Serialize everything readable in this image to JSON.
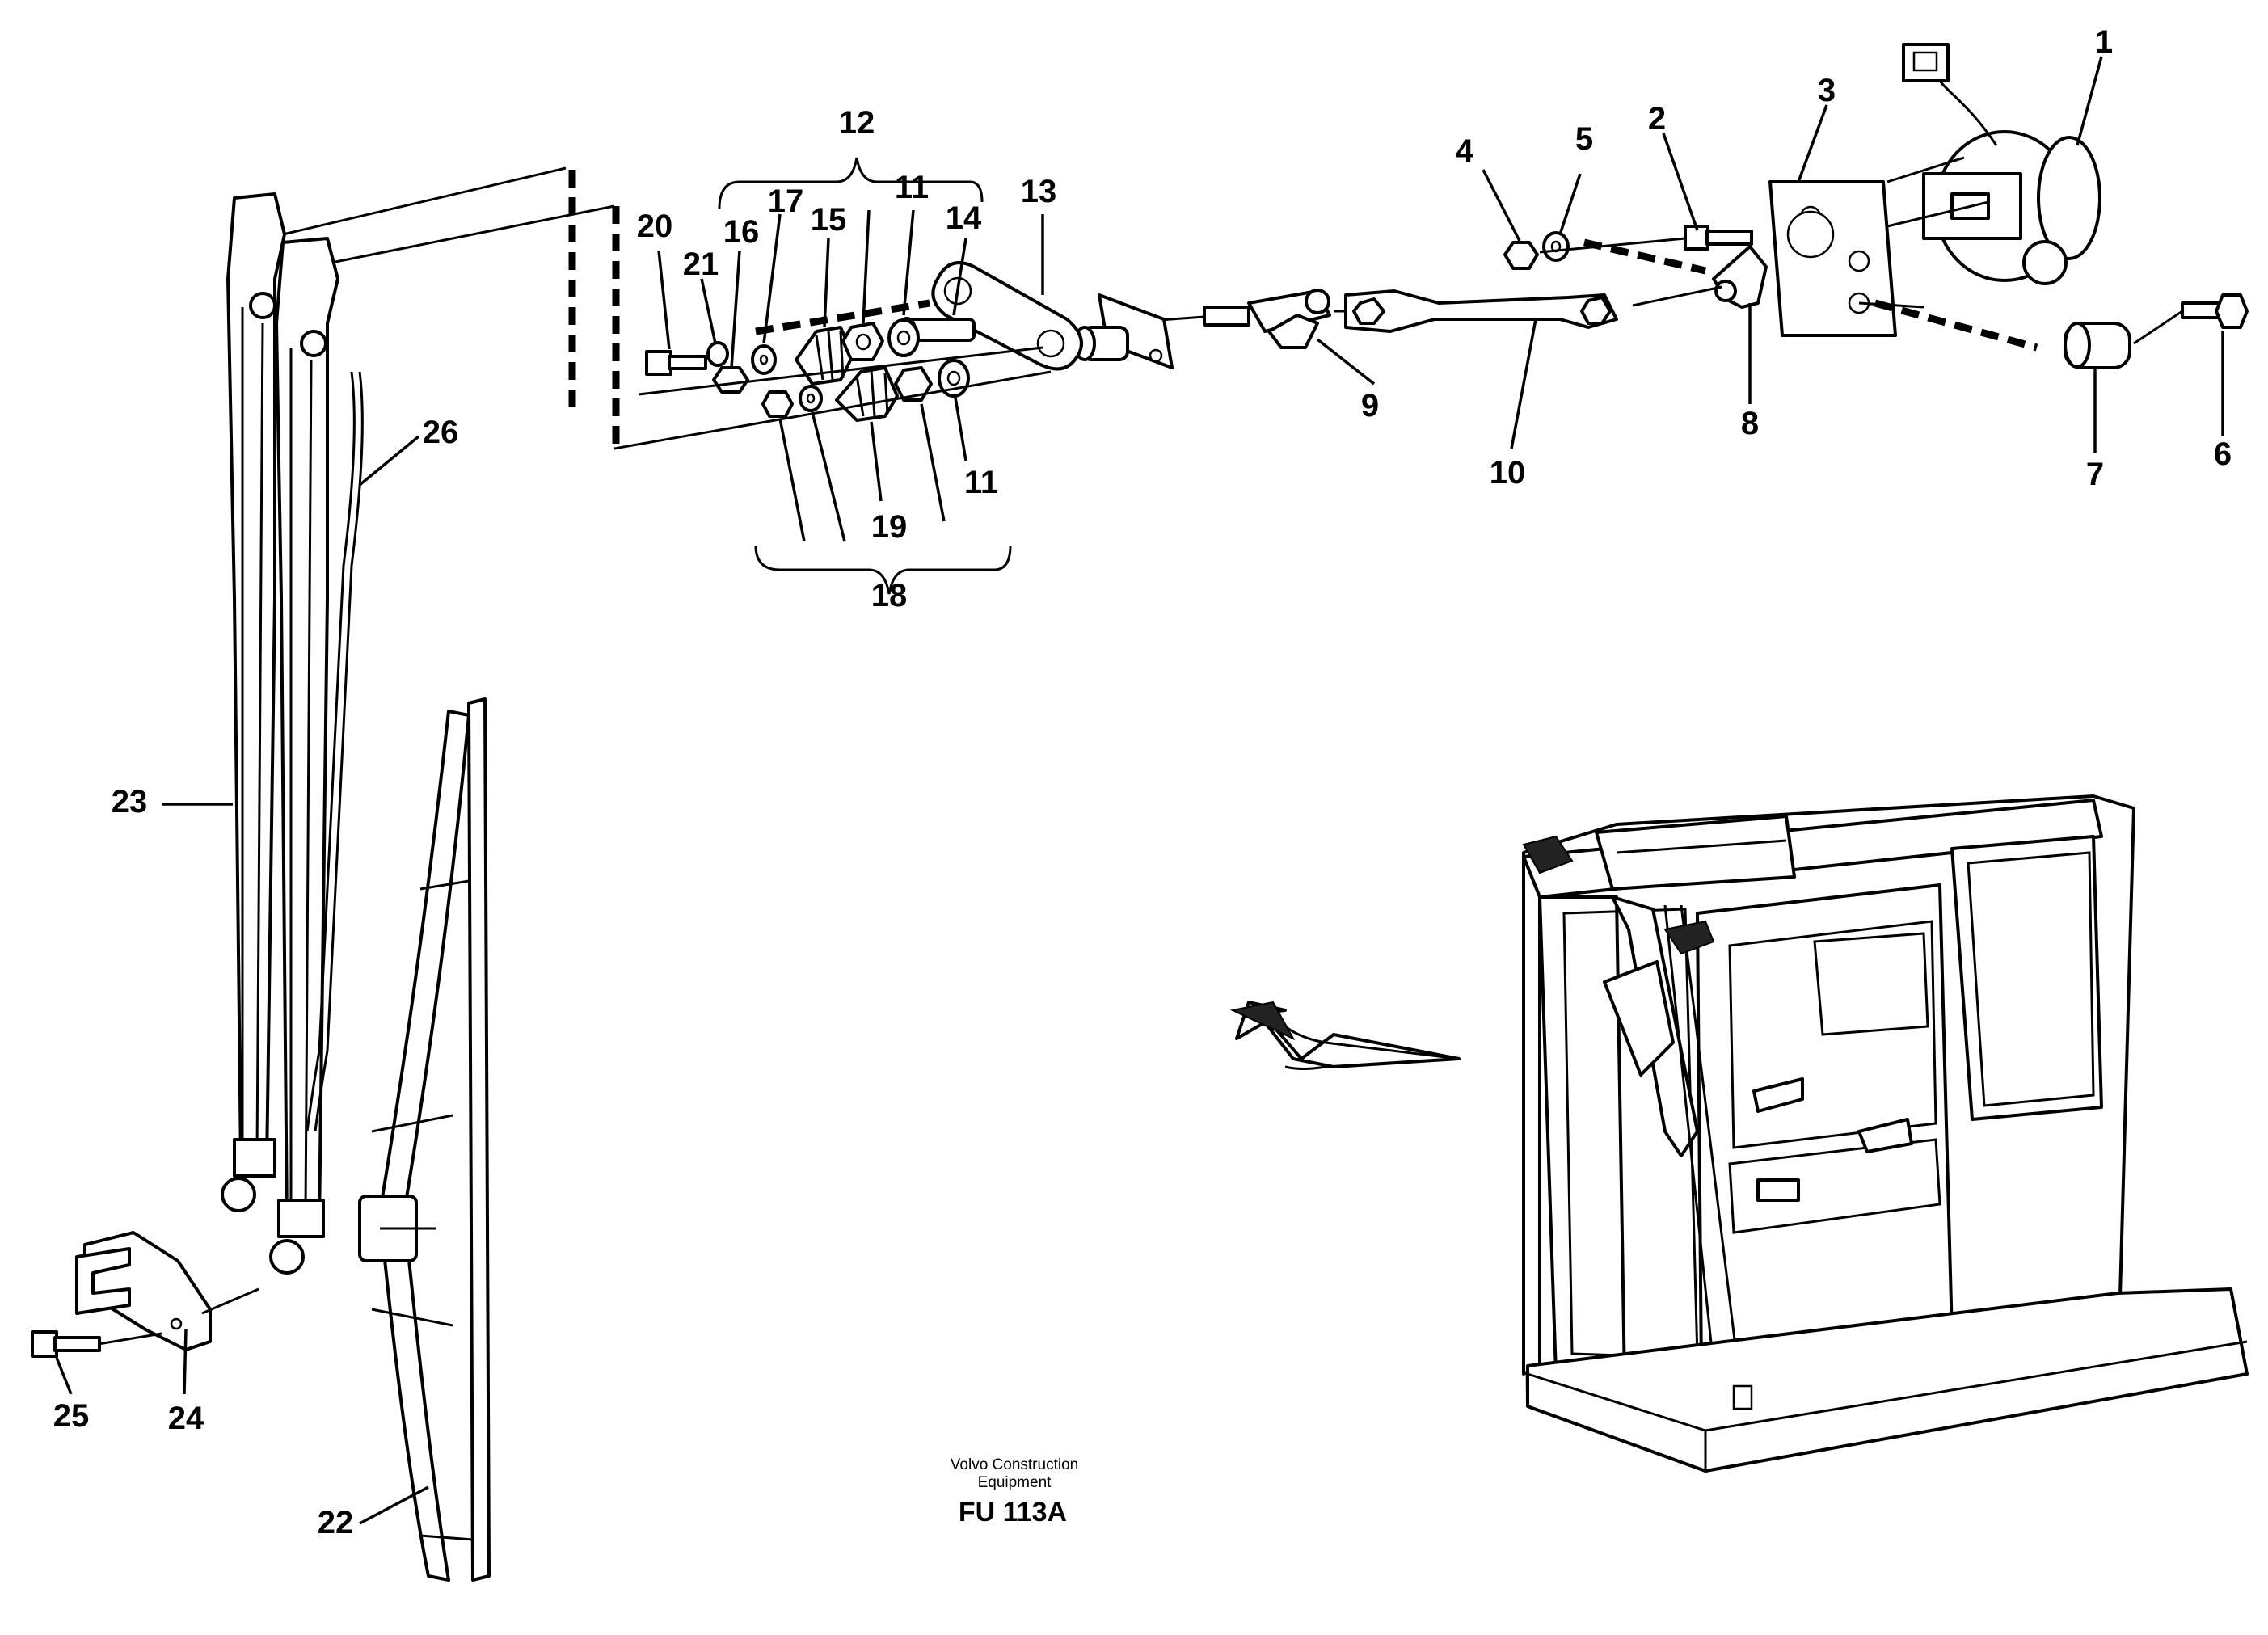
{
  "diagram": {
    "callouts": [
      "1",
      "2",
      "3",
      "4",
      "5",
      "6",
      "7",
      "8",
      "9",
      "10",
      "11",
      "11",
      "12",
      "13",
      "14",
      "15",
      "16",
      "17",
      "18",
      "19",
      "20",
      "21",
      "22",
      "23",
      "24",
      "25",
      "26"
    ],
    "caption": {
      "line1": "Volvo Construction",
      "line2": "Equipment",
      "code": "FU 113A"
    }
  }
}
